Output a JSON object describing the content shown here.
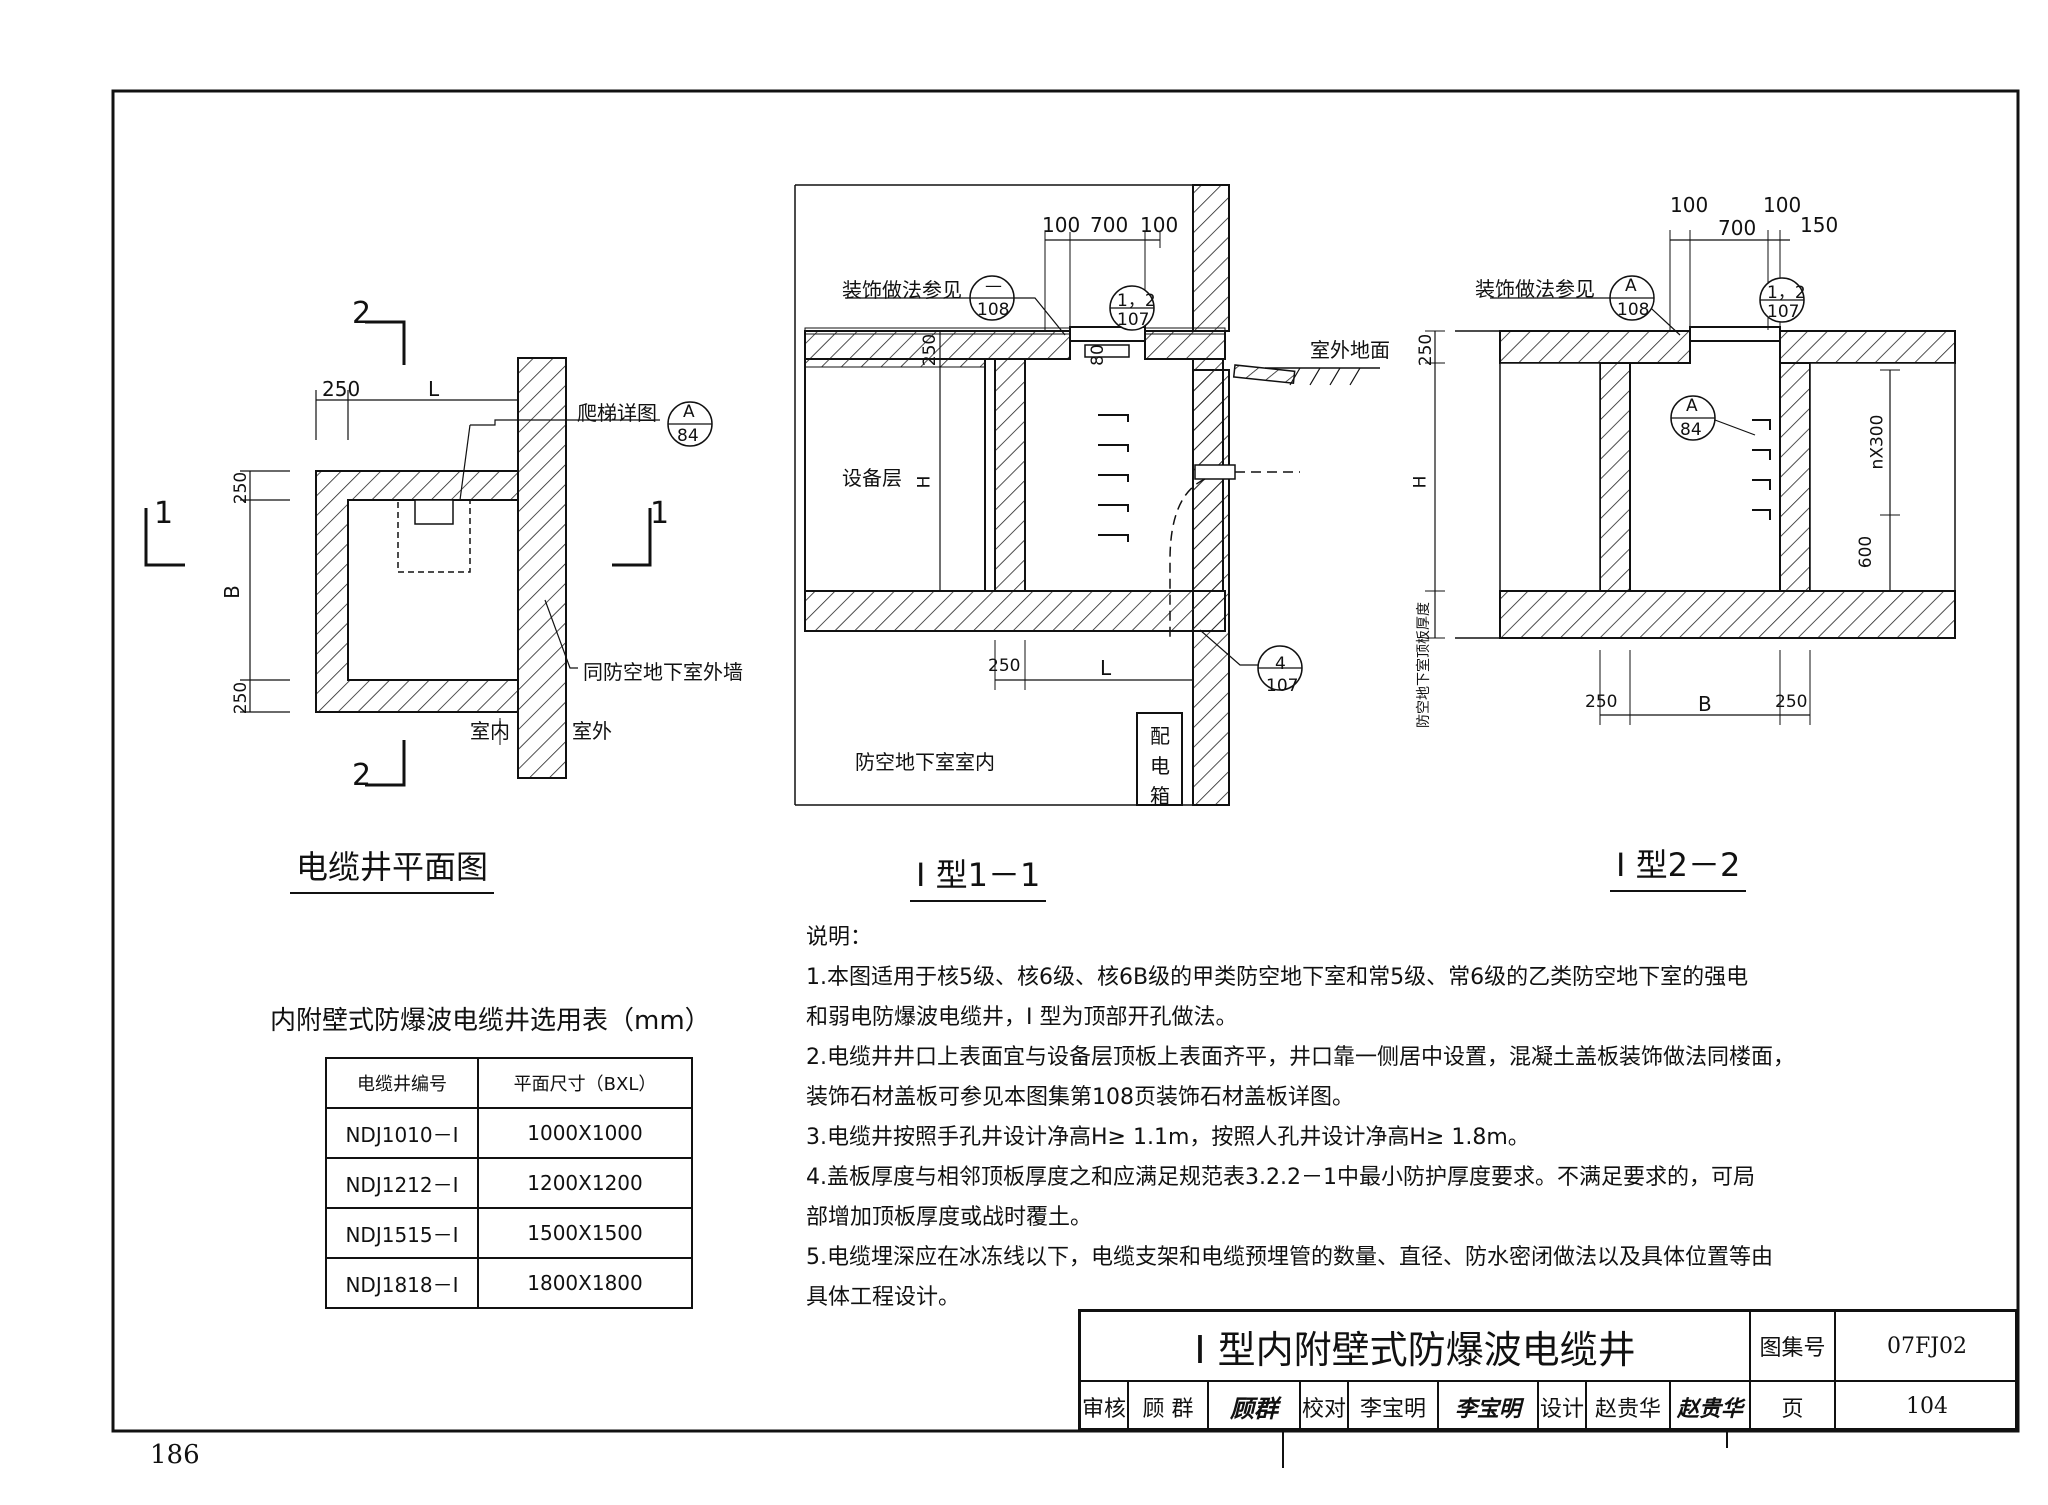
{
  "page_number": "186",
  "plan": {
    "title": "电缆井平面图",
    "section_mark_1": "1",
    "section_mark_2": "2",
    "dim_250_top": "250",
    "dim_L": "L",
    "dim_250_a": "250",
    "dim_B": "B",
    "dim_250_b": "250",
    "ladder_label": "爬梯详图",
    "ladder_ref_top": "A",
    "ladder_ref_bottom": "84",
    "wall_label": "同防空地下室外墙",
    "indoor": "室内",
    "outdoor": "室外"
  },
  "section11": {
    "title": "I 型1－1",
    "dims_top": [
      "100",
      "700",
      "100"
    ],
    "deco_label": "装饰做法参见",
    "deco_ref_top": "—",
    "deco_ref_bottom": "108",
    "ref2_top": "1，2",
    "ref2_bottom": "107",
    "dim_80": "80",
    "dim_250": "250",
    "dim_H": "H",
    "outdoor_ground": "室外地面",
    "equipment_floor": "设备层",
    "dim_250_bottom": "250",
    "dim_L": "L",
    "ref3_top": "4",
    "ref3_bottom": "107",
    "basement": "防空地下室室内",
    "dist_box": [
      "配",
      "电",
      "箱"
    ]
  },
  "section22": {
    "title": "I 型2－2",
    "dims_top_row1": [
      "100",
      "100"
    ],
    "dims_top_row2": [
      "700",
      "150"
    ],
    "deco_label": "装饰做法参见",
    "deco_ref_top": "A",
    "deco_ref_bottom": "108",
    "ref2_top": "1，2",
    "ref2_bottom": "107",
    "ladder_ref_top": "A",
    "ladder_ref_bottom": "84",
    "dim_250": "250",
    "dim_H": "H",
    "dim_nx300": "nX300",
    "dim_600": "600",
    "roof_thickness": "防空地下室顶板厚度",
    "dim_250_l": "250",
    "dim_B": "B",
    "dim_250_r": "250"
  },
  "table": {
    "caption": "内附壁式防爆波电缆井选用表（mm）",
    "headers": [
      "电缆井编号",
      "平面尺寸（BXL）"
    ],
    "rows": [
      [
        "NDJ1010－I",
        "1000X1000"
      ],
      [
        "NDJ1212－I",
        "1200X1200"
      ],
      [
        "NDJ1515－I",
        "1500X1500"
      ],
      [
        "NDJ1818－I",
        "1800X1800"
      ]
    ]
  },
  "notes": {
    "heading": "说明：",
    "lines": [
      "1.本图适用于核5级、核6级、核6B级的甲类防空地下室和常5级、常6级的乙类防空地下室的强电",
      "和弱电防爆波电缆井，I 型为顶部开孔做法。",
      "2.电缆井井口上表面宜与设备层顶板上表面齐平，井口靠一侧居中设置，混凝土盖板装饰做法同楼面，",
      "装饰石材盖板可参见本图集第108页装饰石材盖板详图。",
      "3.电缆井按照手孔井设计净高H≥ 1.1m，按照人孔井设计净高H≥ 1.8m。",
      "4.盖板厚度与相邻顶板厚度之和应满足规范表3.2.2－1中最小防护厚度要求。不满足要求的，可局",
      "部增加顶板厚度或战时覆土。",
      "5.电缆埋深应在冰冻线以下，电缆支架和电缆预埋管的数量、直径、防水密闭做法以及具体位置等由",
      "具体工程设计。"
    ]
  },
  "title_block": {
    "drawing_title": "I 型内附壁式防爆波电缆井",
    "atlas_label": "图集号",
    "atlas_no": "07FJ02",
    "review_label": "审核",
    "reviewer": "顾 群",
    "reviewer_sig": "顾群",
    "check_label": "校对",
    "checker": "李宝明",
    "checker_sig": "李宝明",
    "design_label": "设计",
    "designer": "赵贵华",
    "designer_sig": "赵贵华",
    "page_label": "页",
    "page_no": "104"
  }
}
